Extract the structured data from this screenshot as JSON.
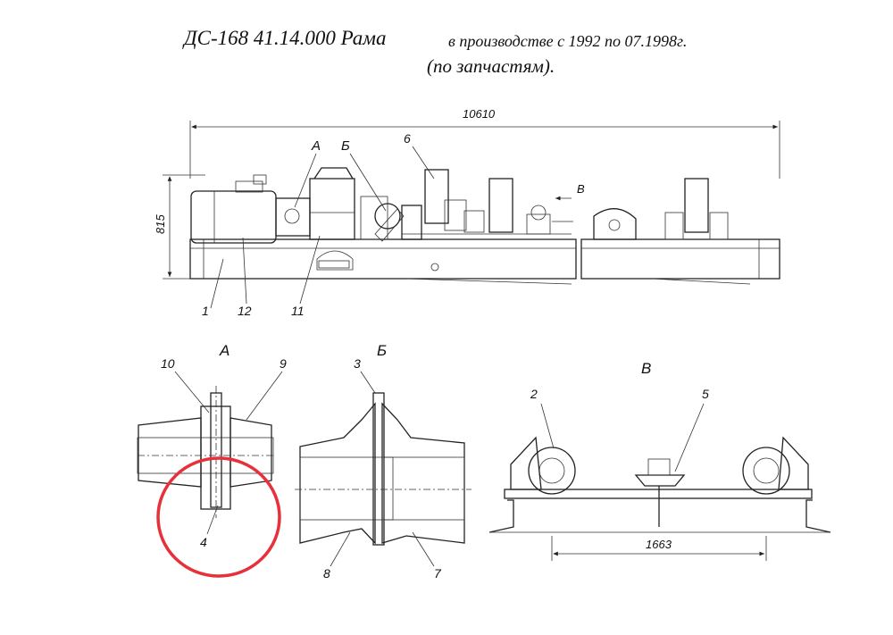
{
  "title": {
    "main": "ДС-168 41.14.000 Рама",
    "production": "в производстве с 1992 по 07.1998г.",
    "note": "(по запчастям)."
  },
  "dimensions": {
    "overall_length": "10610",
    "height": "815",
    "wheel_span": "1663"
  },
  "view_labels": {
    "a": "А",
    "b": "Б",
    "v": "В"
  },
  "part_numbers": {
    "p1": "1",
    "p2": "2",
    "p3": "3",
    "p4": "4",
    "p5": "5",
    "p6": "6",
    "p7": "7",
    "p8": "8",
    "p9": "9",
    "p10": "10",
    "p11": "11",
    "p12": "12"
  },
  "colors": {
    "line": "#222222",
    "highlight_circle": "#e8303a"
  }
}
